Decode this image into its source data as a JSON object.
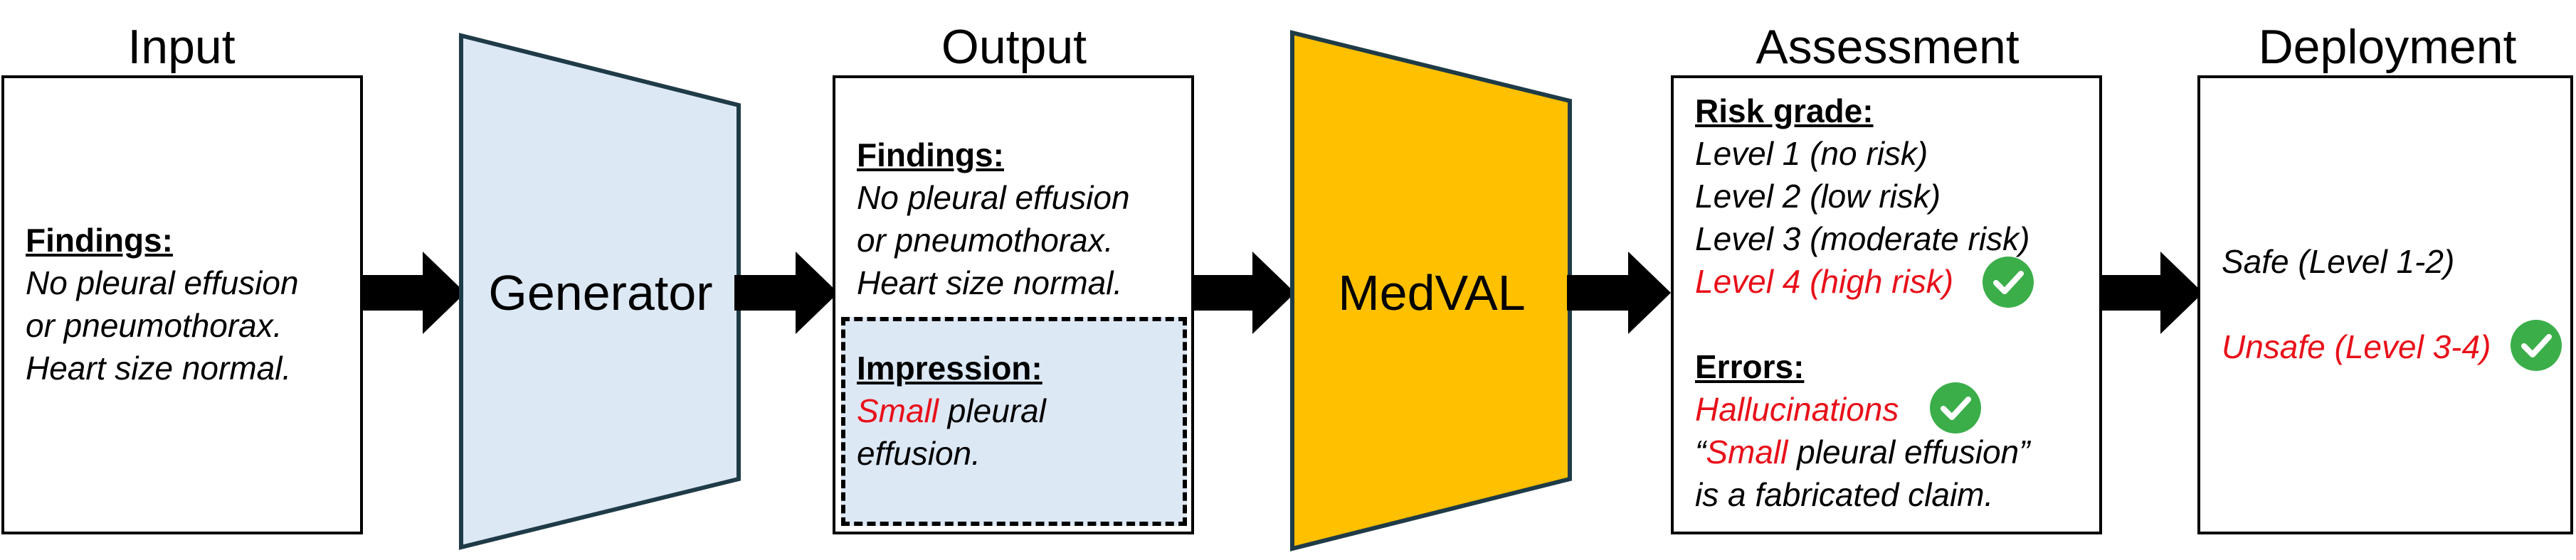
{
  "stages": {
    "input": "Input",
    "output": "Output",
    "assessment": "Assessment",
    "deployment": "Deployment"
  },
  "input_box": {
    "heading": "Findings:",
    "lines": [
      "No pleural effusion",
      "or pneumothorax.",
      "Heart size normal."
    ]
  },
  "generator": {
    "label": "Generator",
    "fill": "#dde8f5"
  },
  "output_box": {
    "findings_heading": "Findings:",
    "findings_lines": [
      "No pleural effusion",
      "or pneumothorax.",
      "Heart size normal."
    ],
    "impression_heading": "Impression:",
    "impression_red": "Small",
    "impression_rest": " pleural",
    "impression_line2": "effusion."
  },
  "medval": {
    "label": "MedVAL",
    "fill": "#ffc000"
  },
  "assessment_box": {
    "risk_heading": "Risk grade:",
    "levels": [
      "Level 1 (no risk)",
      "Level 2 (low risk)",
      "Level 3 (moderate risk)",
      "Level 4 (high risk)"
    ],
    "errors_heading": "Errors:",
    "error_type": "Hallucinations",
    "quote_open": "“",
    "quote_red": "Small",
    "quote_rest": " pleural effusion”",
    "claim_line": "is a fabricated claim."
  },
  "deployment_box": {
    "safe": "Safe (Level 1-2)",
    "unsafe": "Unsafe (Level 3-4)"
  },
  "colors": {
    "highlight_red": "#e8101a",
    "check_green": "#3bae4a",
    "impression_fill": "#dde8f5"
  },
  "icons": [
    "arrow-right-icon",
    "check-circle-icon"
  ]
}
